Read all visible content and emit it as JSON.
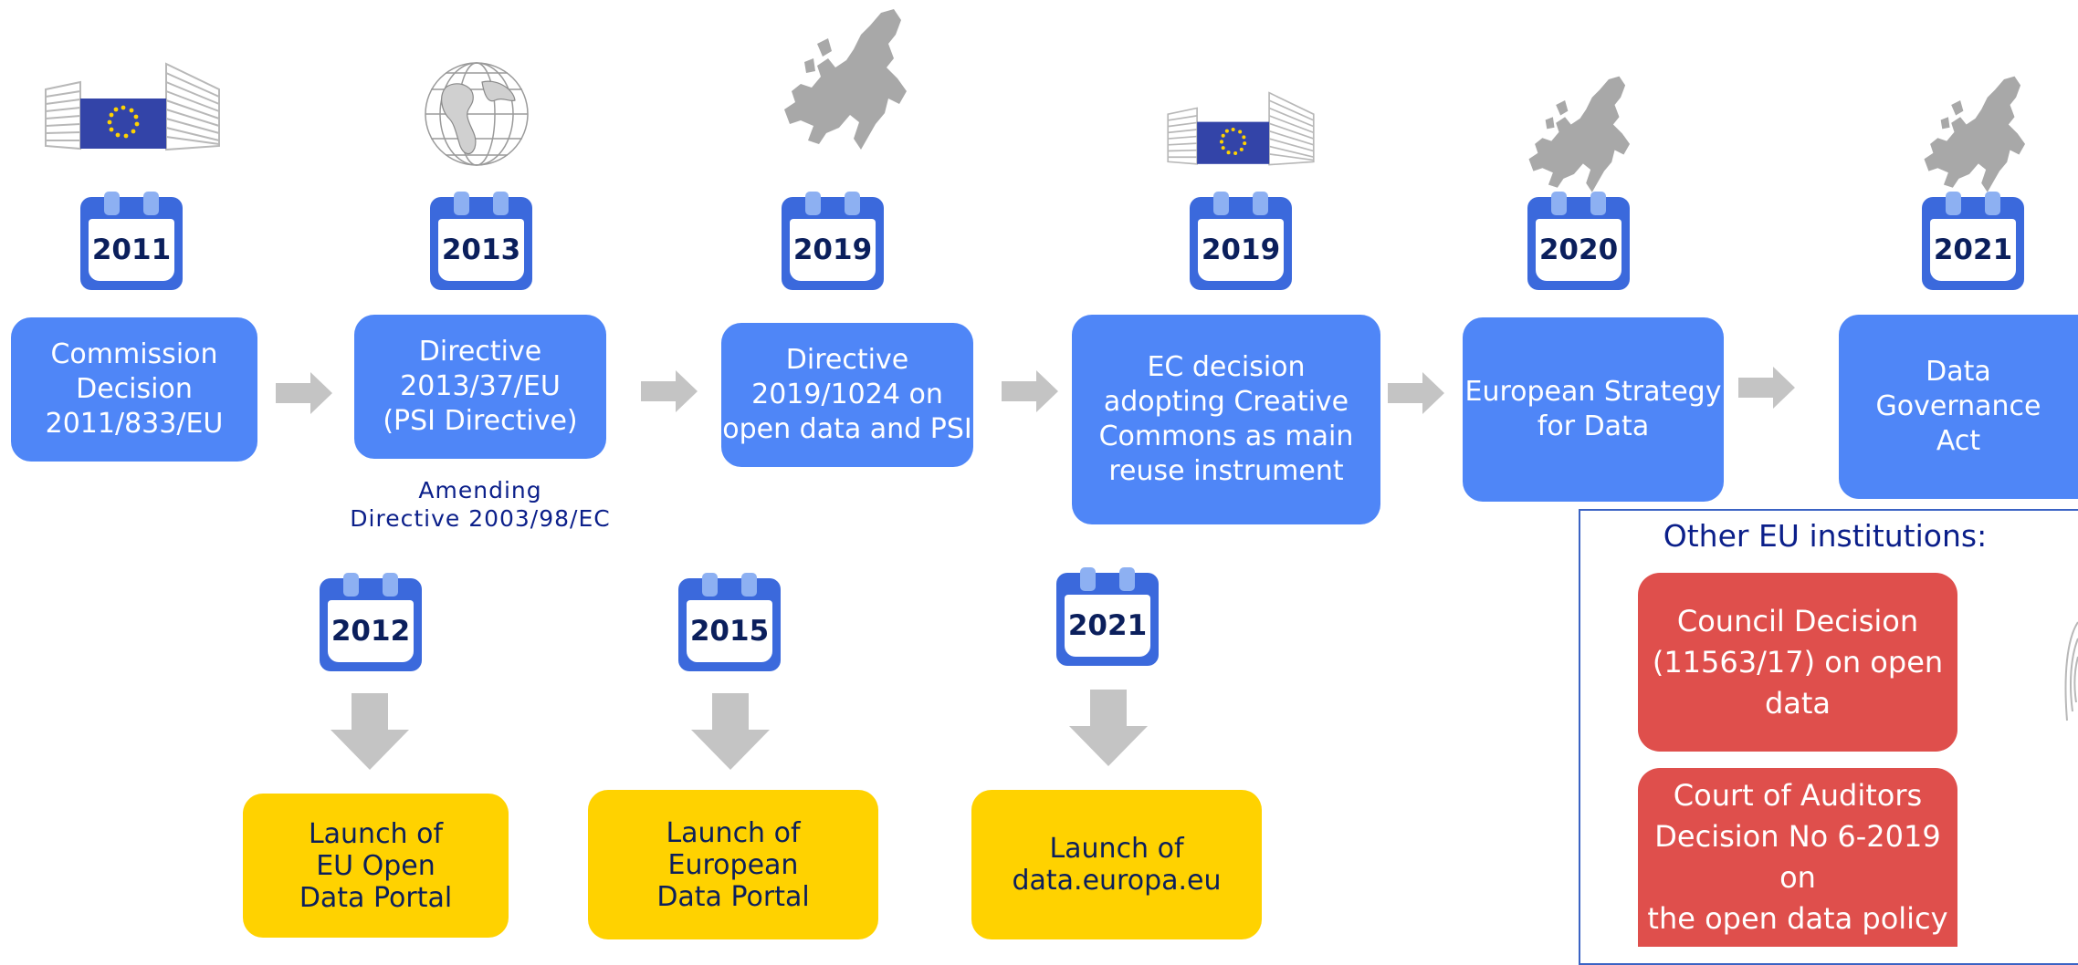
{
  "timeline": [
    {
      "year": "2011",
      "label": "Commission\nDecision\n2011/833/EU",
      "emblem": "ec-building-flag-icon"
    },
    {
      "year": "2013",
      "label": "Directive\n2013/37/EU\n(PSI Directive)",
      "emblem": "globe-icon",
      "note": "Amending\nDirective 2003/98/EC"
    },
    {
      "year": "2019",
      "label": "Directive\n2019/1024 on\nopen data and PSI",
      "emblem": "europe-map-icon"
    },
    {
      "year": "2019",
      "label": "EC decision\nadopting Creative\nCommons as main\nreuse instrument",
      "emblem": "ec-building-flag-icon"
    },
    {
      "year": "2020",
      "label": "European Strategy\nfor Data",
      "emblem": "europe-map-icon"
    },
    {
      "year": "2021",
      "label": "Data Governance\nAct",
      "emblem": "europe-map-icon"
    }
  ],
  "launches": [
    {
      "year": "2012",
      "label": "Launch of\nEU Open\nData Portal"
    },
    {
      "year": "2015",
      "label": "Launch of\nEuropean\nData Portal"
    },
    {
      "year": "2021",
      "label": "Launch of\ndata.europa.eu"
    }
  ],
  "other_institutions": {
    "title": "Other EU institutions:",
    "items": [
      {
        "label": "Council Decision\n(11563/17) on open\ndata"
      },
      {
        "label": "Court of Auditors\nDecision No 6-2019 on\nthe open data policy"
      }
    ]
  },
  "colors": {
    "primary": "#4f86f7",
    "calendar": "#3b69dc",
    "launch": "#ffd200",
    "institution": "#df4f4c",
    "arrow": "#c4c4c4",
    "text_dark": "#0b1f8a"
  }
}
